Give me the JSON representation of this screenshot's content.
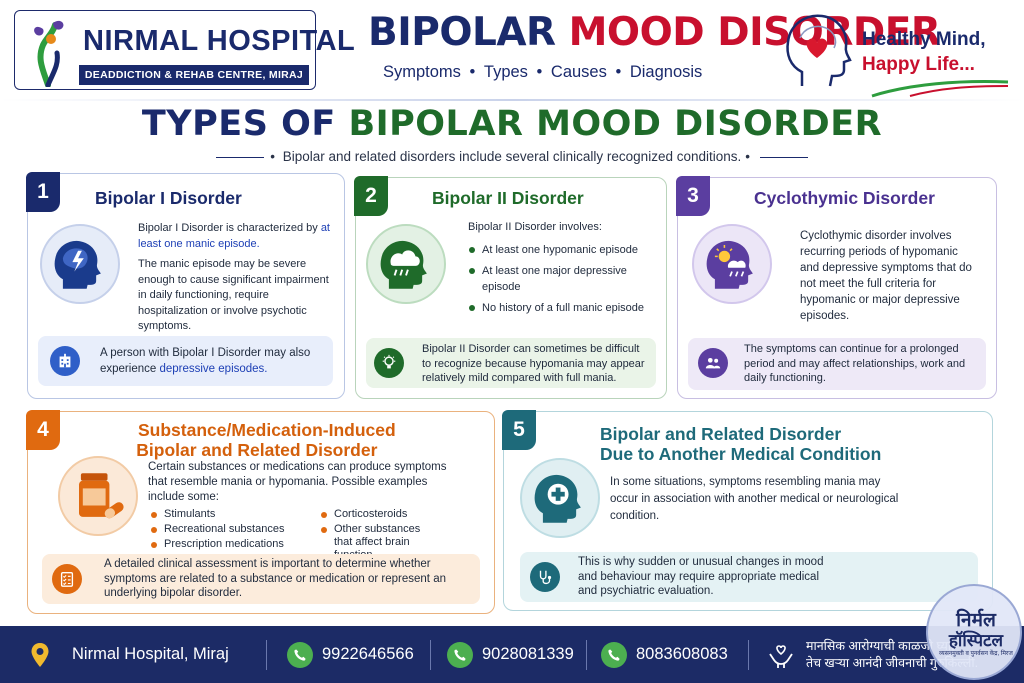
{
  "header": {
    "logo_name": "NIRMAL HOSPITAL",
    "logo_sub": "DEADDICTION & REHAB CENTRE, MIRAJ",
    "title_part1": "BIPOLAR",
    "title_part2": "MOOD DISORDER",
    "subline": [
      "Symptoms",
      "Types",
      "Causes",
      "Diagnosis"
    ],
    "slogan_line1": "Healthy Mind,",
    "slogan_line2": "Happy Life..."
  },
  "section": {
    "title_part1": "TYPES OF",
    "title_part2": "BIPOLAR MOOD DISORDER",
    "intro": "Bipolar and related disorders include several clinically recognized conditions."
  },
  "cards": [
    {
      "number": "1",
      "title": "Bipolar I Disorder",
      "icon": "brain-lightning-icon",
      "p1_pre": "Bipolar I Disorder is characterized by",
      "p1_hl": "at least one manic episode.",
      "p2": "The manic episode may be severe enough to cause significant impairment in daily functioning, require hospitalization or involve psychotic symptoms.",
      "note_pre": "A person with Bipolar I Disorder may also experience",
      "note_hl": "depressive episodes.",
      "note_icon": "hospital-icon"
    },
    {
      "number": "2",
      "title": "Bipolar II Disorder",
      "icon": "brain-cloud-icon",
      "intro": "Bipolar II Disorder involves:",
      "bullets": [
        "At least one hypomanic episode",
        "At least one major depressive episode",
        "No history of a full manic episode"
      ],
      "note": "Bipolar II Disorder can sometimes be difficult to recognize because hypomania may appear relatively mild compared with full mania.",
      "note_icon": "lightbulb-icon"
    },
    {
      "number": "3",
      "title": "Cyclothymic Disorder",
      "icon": "sun-rain-head-icon",
      "text": "Cyclothymic disorder involves recurring periods of hypomanic and depressive symptoms that do not meet the full criteria for hypomanic or major depressive episodes.",
      "note": "The symptoms can continue for a prolonged period and may affect relationships, work and daily functioning.",
      "note_icon": "people-icon"
    },
    {
      "number": "4",
      "title_line1": "Substance/Medication-Induced",
      "title_line2": "Bipolar and Related Disorder",
      "icon": "pill-bottle-icon",
      "text": "Certain substances or medications can produce symptoms that resemble mania or hypomania. Possible examples include some:",
      "bullets_left": [
        "Stimulants",
        "Recreational substances",
        "Prescription medications"
      ],
      "bullets_right": [
        "Corticosteroids",
        "Other substances that affect brain function"
      ],
      "note": "A detailed clinical assessment is important to determine whether symptoms are related to a substance or medication or represent an underlying bipolar disorder.",
      "note_icon": "checklist-icon"
    },
    {
      "number": "5",
      "title_line1": "Bipolar and Related Disorder",
      "title_line2": "Due to Another Medical Condition",
      "icon": "head-medical-cross-icon",
      "text": "In some situations, symptoms resembling mania may occur in association with another medical or neurological condition.",
      "note": "This is why sudden or unusual changes in mood and behaviour may require appropriate medical and psychiatric evaluation.",
      "note_icon": "stethoscope-icon"
    }
  ],
  "footer": {
    "location": "Nirmal Hospital, Miraj",
    "phones": [
      "9922646566",
      "9028081339",
      "8083608083"
    ],
    "marathi_line1": "मानसिक आरोग्याची काळजी घ्या,",
    "marathi_line2": "तेच खऱ्या आनंदी जीवनाची गुरुकिल्ली."
  },
  "stamp": {
    "line1": "निर्मल",
    "line2": "हॉस्पिटल",
    "line3": "व्यसनमुक्ती व पुनर्वसन केंद्र, मिरज"
  },
  "colors": {
    "navy": "#1a2a6c",
    "red": "#c8102e",
    "green": "#1f6b2a",
    "purple": "#5b3ea0",
    "orange": "#e06a10",
    "teal": "#1e6a7a"
  }
}
